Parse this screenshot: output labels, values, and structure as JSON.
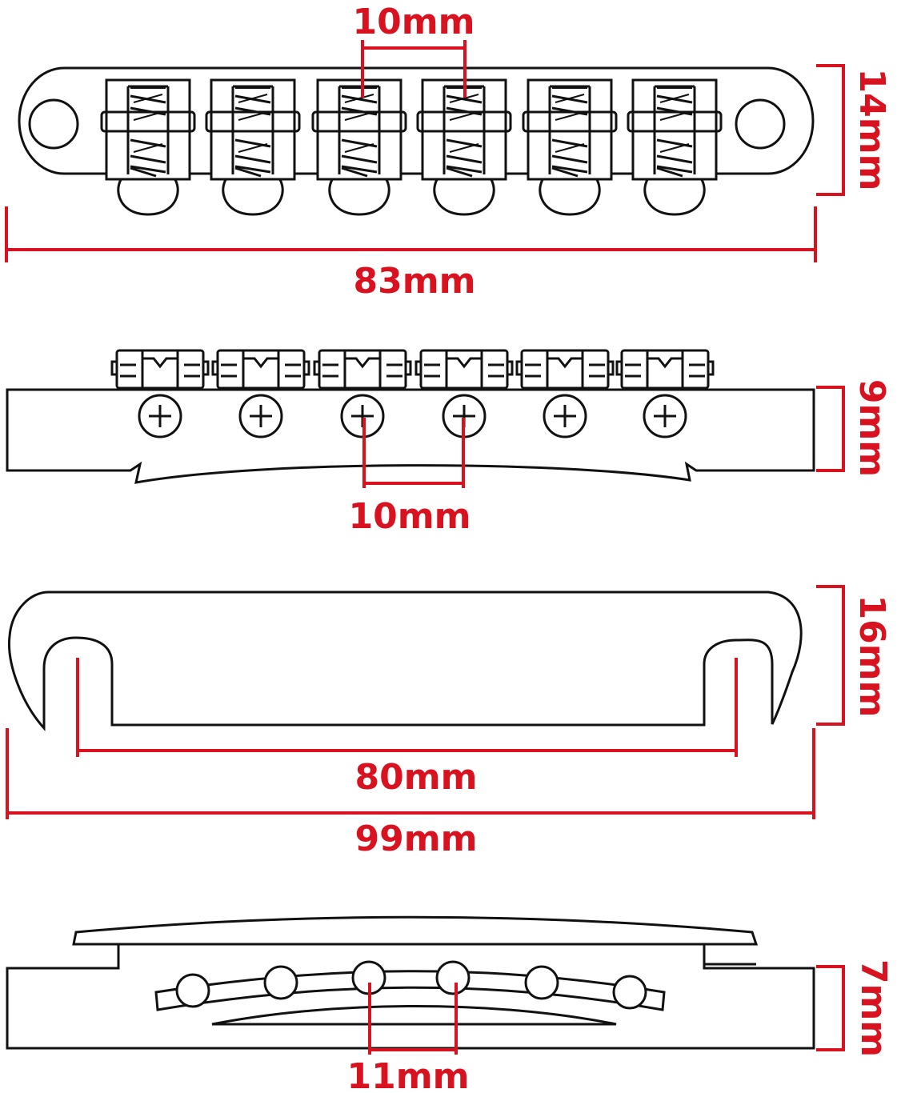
{
  "colors": {
    "dimension": "#d9121f",
    "outline": "#111111",
    "background": "#ffffff"
  },
  "views": {
    "bridge_top": {
      "spacing_label": "10mm",
      "height_label": "14mm",
      "length_label": "83mm"
    },
    "bridge_side": {
      "height_label": "9mm",
      "spacing_label": "10mm"
    },
    "tailpiece_top": {
      "height_label": "16mm",
      "inner_label": "80mm",
      "length_label": "99mm"
    },
    "tailpiece_side": {
      "height_label": "7mm",
      "spacing_label": "11mm"
    }
  }
}
